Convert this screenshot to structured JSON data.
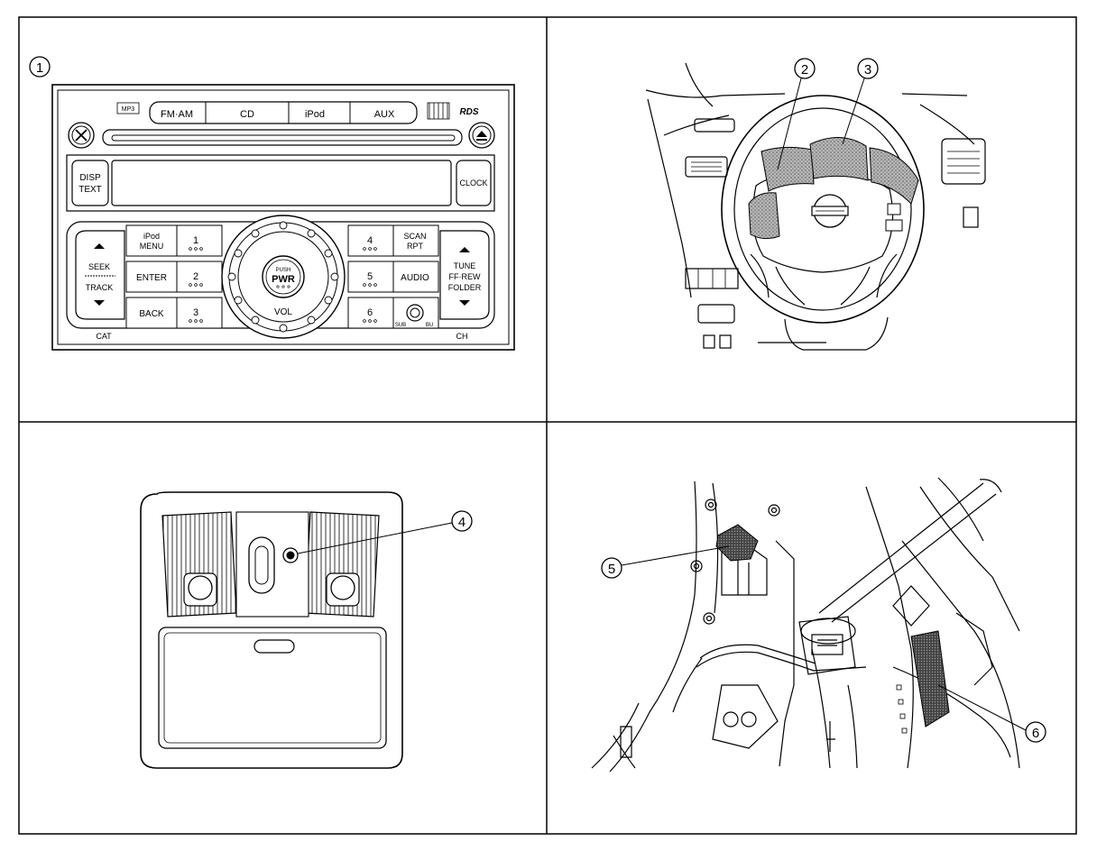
{
  "callouts": {
    "c1": "1",
    "c2": "2",
    "c3": "3",
    "c4": "4",
    "c5": "5",
    "c6": "6"
  },
  "radio": {
    "mp3_badge": "MP3",
    "rds_badge": "RDS",
    "source_buttons": [
      "FM·AM",
      "CD",
      "iPod",
      "AUX"
    ],
    "disp_text": [
      "DISP",
      "TEXT"
    ],
    "clock": "CLOCK",
    "ipod_menu": [
      "iPod",
      "MENU"
    ],
    "enter": "ENTER",
    "back": "BACK",
    "presets": [
      "1",
      "2",
      "3",
      "4",
      "5",
      "6"
    ],
    "scan_rpt": [
      "SCAN",
      "RPT"
    ],
    "audio": "AUDIO",
    "seek": "SEEK",
    "track": "TRACK",
    "tune": [
      "TUNE",
      "FF·REW",
      "FOLDER"
    ],
    "push": "PUSH",
    "pwr": "PWR",
    "vol": "VOL",
    "cat": "CAT",
    "ch": "CH",
    "sub": "SUB",
    "bu": "BU"
  },
  "colors": {
    "line": "#000000",
    "shade": "#9a9a9a",
    "panel": "#f4f4f4"
  }
}
